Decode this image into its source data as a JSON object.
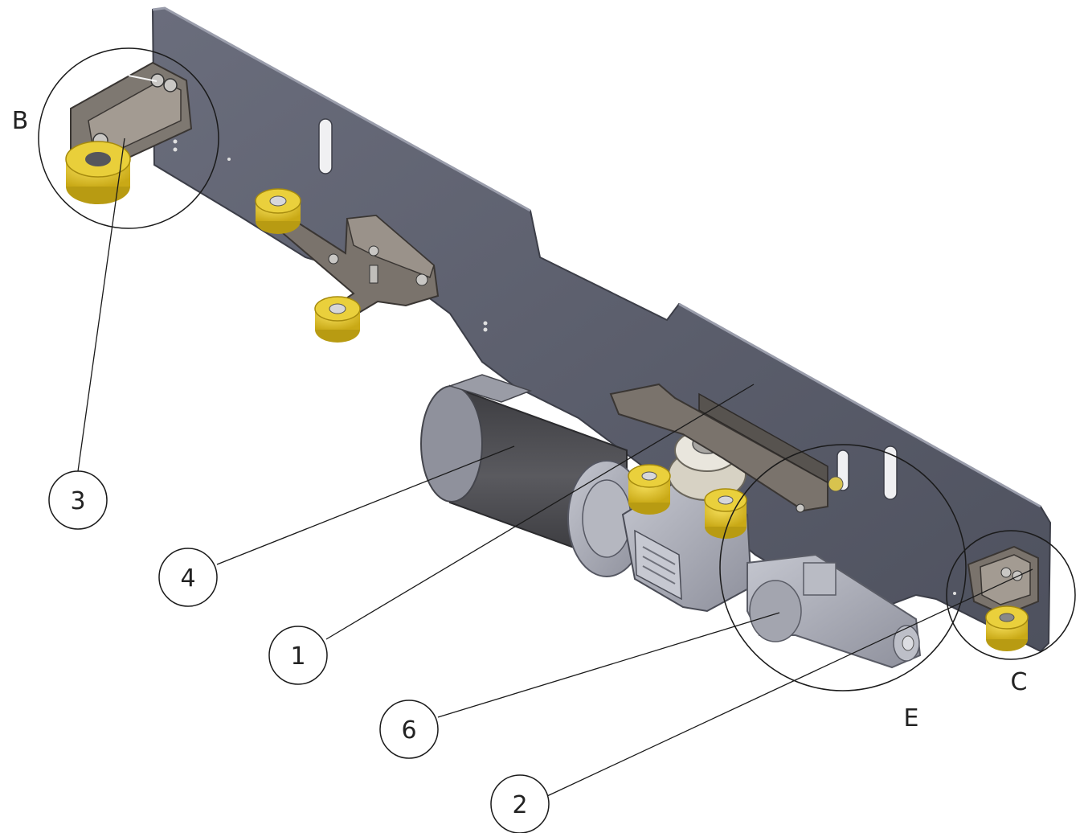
{
  "figure": {
    "detail_views": [
      {
        "id": "B",
        "label": "B"
      },
      {
        "id": "C",
        "label": "C"
      },
      {
        "id": "E",
        "label": "E"
      }
    ],
    "callouts": [
      {
        "id": "c1",
        "label": "1"
      },
      {
        "id": "c2",
        "label": "2"
      },
      {
        "id": "c3",
        "label": "3"
      },
      {
        "id": "c4",
        "label": "4"
      },
      {
        "id": "c6",
        "label": "6"
      }
    ]
  },
  "colors": {
    "plate": "#5e6170",
    "plate_edge": "#8a8d99",
    "roller": "#e3c42a",
    "roller_dark": "#b89b12",
    "motor_dark": "#4a4a4e",
    "motor_light": "#a9abb5",
    "gearbox": "#9ea1ad",
    "bracket": "#7d7670",
    "line": "#1a1a1a"
  }
}
